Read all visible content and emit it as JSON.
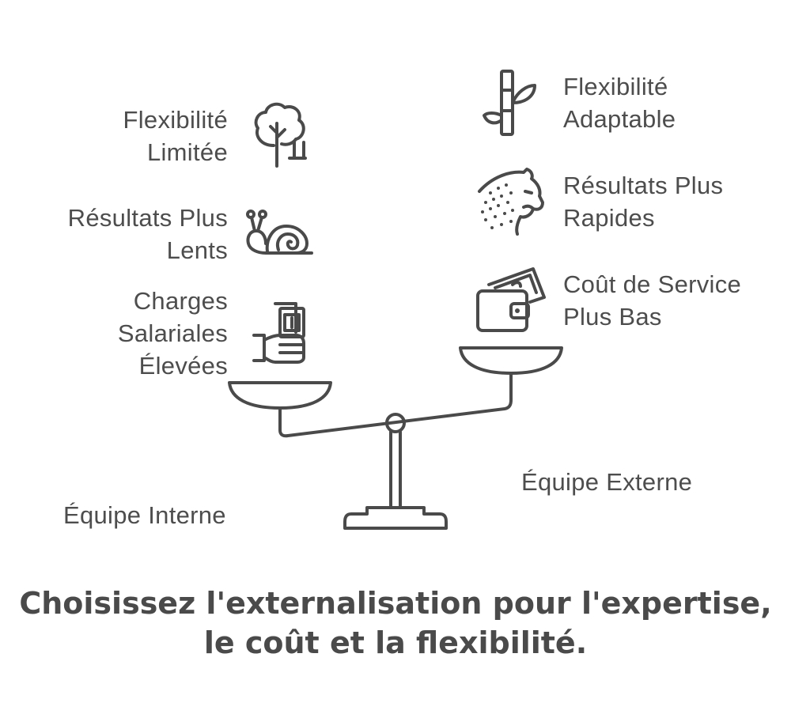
{
  "left_side": {
    "group_label": "Équipe Interne",
    "items": [
      {
        "lines": [
          "Flexibilité",
          "Limitée"
        ],
        "icon": "tree-icon"
      },
      {
        "lines": [
          "Résultats Plus",
          "Lents"
        ],
        "icon": "snail-icon"
      },
      {
        "lines": [
          "Charges",
          "Salariales",
          "Élevées"
        ],
        "icon": "hand-money-icon"
      }
    ]
  },
  "right_side": {
    "group_label": "Équipe Externe",
    "items": [
      {
        "lines": [
          "Flexibilité",
          "Adaptable"
        ],
        "icon": "bamboo-icon"
      },
      {
        "lines": [
          "Résultats Plus",
          "Rapides"
        ],
        "icon": "cheetah-icon"
      },
      {
        "lines": [
          "Coût de Service",
          "Plus Bas"
        ],
        "icon": "wallet-icon"
      }
    ]
  },
  "title": {
    "line1": "Choisissez l'externalisation pour l'expertise,",
    "line2": "le coût et la flexibilité."
  },
  "colors": {
    "stroke": "#4a4a4a",
    "text": "#4d4d4d",
    "background": "#ffffff"
  }
}
